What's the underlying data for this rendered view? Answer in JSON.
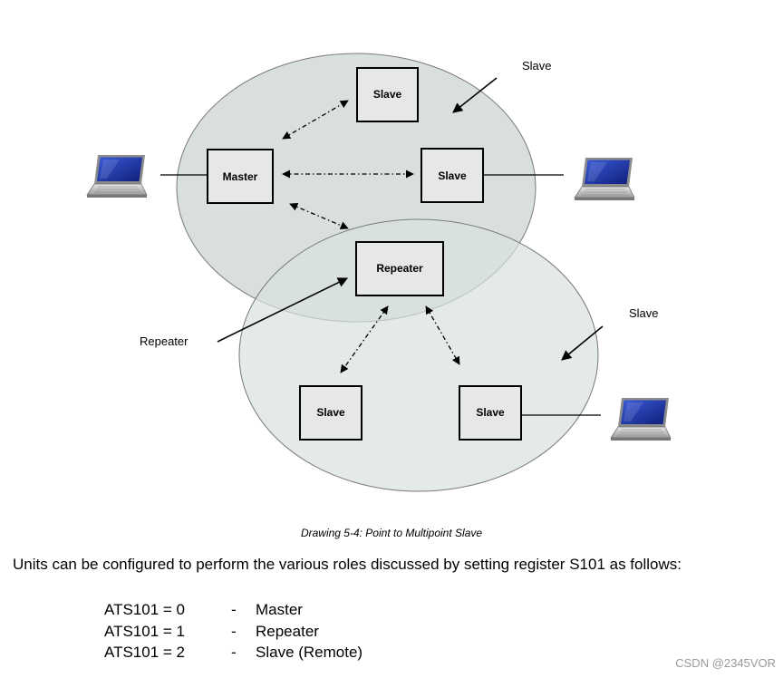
{
  "diagram": {
    "nodes": {
      "slave_top": "Slave",
      "master": "Master",
      "slave_right": "Slave",
      "repeater": "Repeater",
      "slave_bottom_left": "Slave",
      "slave_bottom_right": "Slave"
    },
    "callouts": {
      "slave_top_right": "Slave",
      "repeater_left": "Repeater",
      "slave_lower_right": "Slave"
    },
    "icons": [
      "laptop-icon",
      "laptop-icon",
      "laptop-icon"
    ],
    "colors": {
      "ellipse_fill": "#d9dfdf",
      "node_fill": "#e6e8e8",
      "stroke": "#000000",
      "laptop_screen": "#1a2f9e"
    }
  },
  "caption": "Drawing 5-4:  Point to Multipoint Slave",
  "body_text": "Units can be configured to perform the various roles discussed by setting register S101 as follows:",
  "settings": [
    {
      "key": "ATS101 = 0",
      "dash": "-",
      "value": "Master"
    },
    {
      "key": "ATS101 = 1",
      "dash": "-",
      "value": "Repeater"
    },
    {
      "key": "ATS101 = 2",
      "dash": "-",
      "value": "Slave (Remote)"
    }
  ],
  "watermark": "CSDN @2345VOR"
}
